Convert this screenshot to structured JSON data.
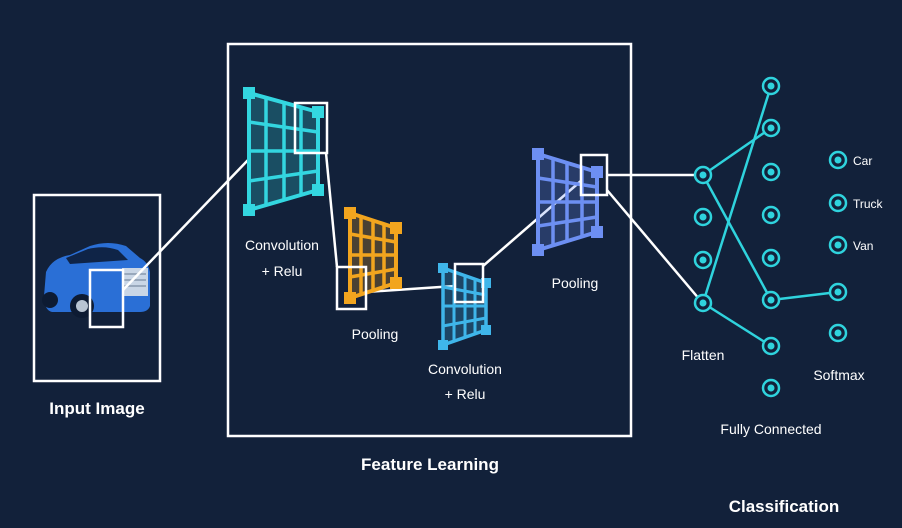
{
  "labels": {
    "input_image": "Input Image",
    "conv1_line1": "Convolution",
    "conv1_line2": "+ Relu",
    "pool1": "Pooling",
    "conv2_line1": "Convolution",
    "conv2_line2": "+ Relu",
    "pool2": "Pooling",
    "feature_learning": "Feature Learning",
    "flatten": "Flatten",
    "fully_connected": "Fully Connected",
    "softmax": "Softmax",
    "classification": "Classification"
  },
  "classes": [
    "Car",
    "Truck",
    "Van"
  ],
  "colors": {
    "background": "#12213a",
    "outline": "#ffffff",
    "conv1": "#33d6e0",
    "pool1": "#f2a51e",
    "conv2": "#3fb6ea",
    "pool2": "#6d8ff2",
    "node": "#2fd3dd",
    "car_body": "#2a6fd6"
  }
}
